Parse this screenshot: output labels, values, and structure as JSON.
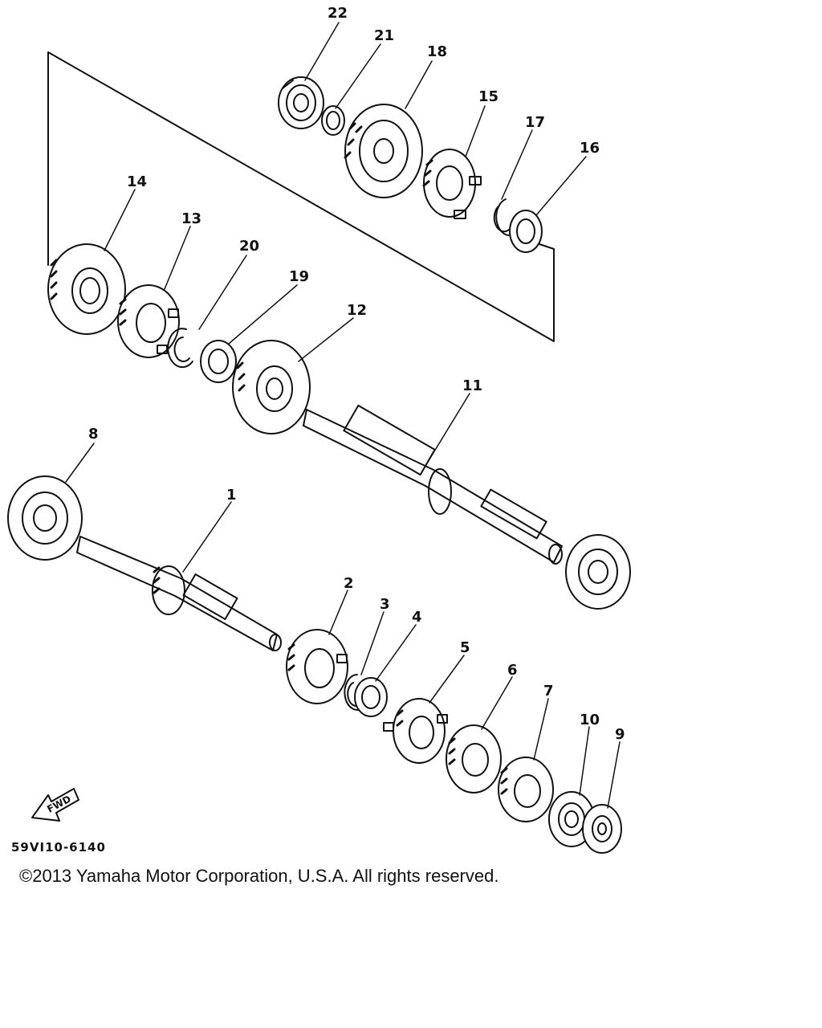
{
  "callouts": {
    "p1": "1",
    "p2": "2",
    "p3": "3",
    "p4": "4",
    "p5": "5",
    "p6": "6",
    "p7": "7",
    "p8": "8",
    "p9": "9",
    "p10": "10",
    "p11": "11",
    "p12": "12",
    "p13": "13",
    "p14": "14",
    "p15": "15",
    "p16": "16",
    "p17": "17",
    "p18": "18",
    "p19": "19",
    "p20": "20",
    "p21": "21",
    "p22": "22"
  },
  "fwd_label": "FWD",
  "diagram_code": "59VI10-6140",
  "copyright": "©2013 Yamaha Motor Corporation, U.S.A. All rights reserved."
}
